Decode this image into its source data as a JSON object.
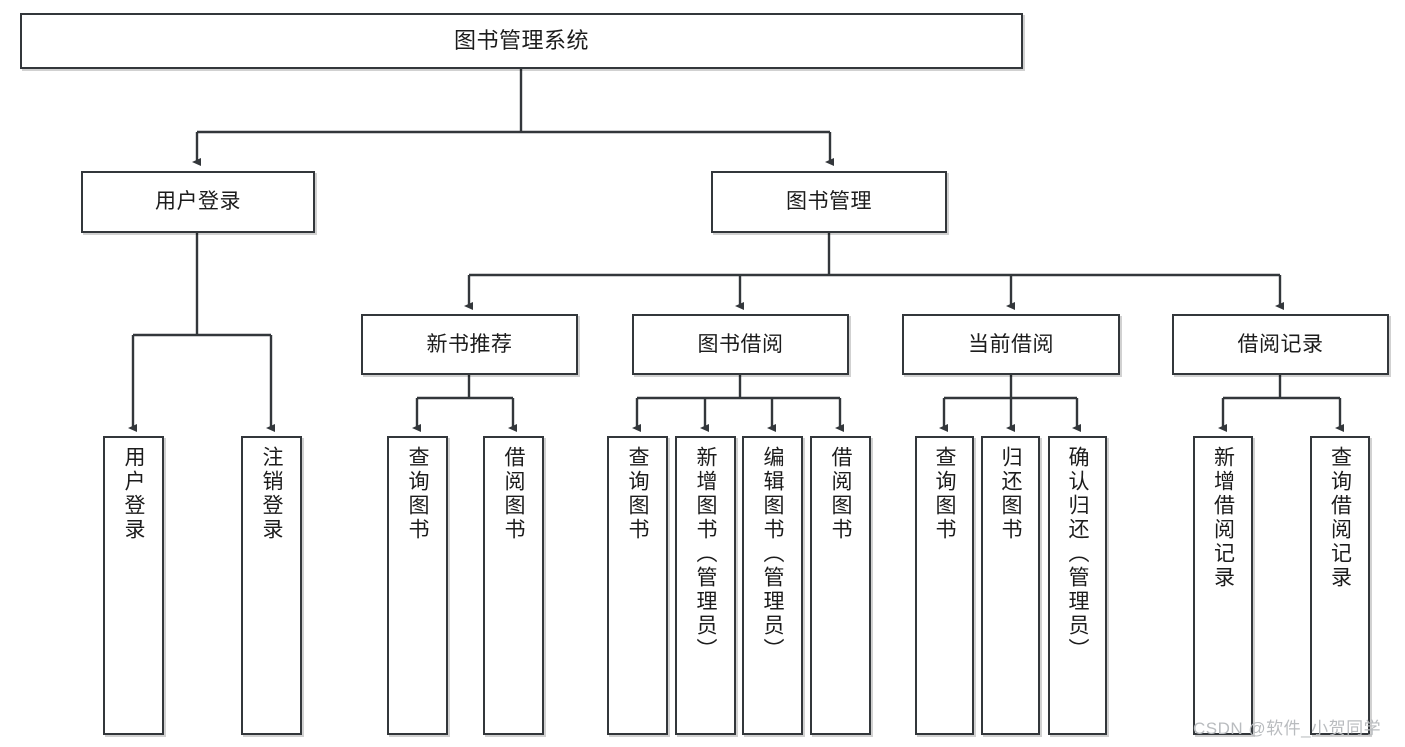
{
  "diagram": {
    "title": "图书管理系统",
    "type": "hierarchy-tree",
    "colors": {
      "box_border": "#33373b",
      "box_fill": "#ffffff",
      "line": "#33373b",
      "text": "#1c1c1c",
      "watermark": "#b9bcbf",
      "background": "#ffffff"
    },
    "nodes": {
      "root": {
        "label": "图书管理系统",
        "level": 0
      },
      "l1": [
        {
          "id": "user-login",
          "label": "用户登录"
        },
        {
          "id": "book-manage",
          "label": "图书管理"
        }
      ],
      "l2": [
        {
          "id": "new-book-rec",
          "label": "新书推荐",
          "parent": "book-manage"
        },
        {
          "id": "book-borrow",
          "label": "图书借阅",
          "parent": "book-manage"
        },
        {
          "id": "current-borrow",
          "label": "当前借阅",
          "parent": "book-manage"
        },
        {
          "id": "borrow-record",
          "label": "借阅记录",
          "parent": "book-manage"
        }
      ],
      "leaves": [
        {
          "id": "leaf-user-login",
          "label": "用户登录",
          "parent": "user-login"
        },
        {
          "id": "leaf-user-logout",
          "label": "注销登录",
          "parent": "user-login"
        },
        {
          "id": "leaf-query-book-1",
          "label": "查询图书",
          "parent": "new-book-rec"
        },
        {
          "id": "leaf-borrow-book-1",
          "label": "借阅图书",
          "parent": "new-book-rec"
        },
        {
          "id": "leaf-query-book-2",
          "label": "查询图书",
          "parent": "book-borrow"
        },
        {
          "id": "leaf-add-book",
          "label": "新增图书（管理员）",
          "parent": "book-borrow"
        },
        {
          "id": "leaf-edit-book",
          "label": "编辑图书（管理员）",
          "parent": "book-borrow"
        },
        {
          "id": "leaf-borrow-book-2",
          "label": "借阅图书",
          "parent": "book-borrow"
        },
        {
          "id": "leaf-query-book-3",
          "label": "查询图书",
          "parent": "current-borrow"
        },
        {
          "id": "leaf-return-book",
          "label": "归还图书",
          "parent": "current-borrow"
        },
        {
          "id": "leaf-confirm-return",
          "label": "确认归还（管理员）",
          "parent": "current-borrow"
        },
        {
          "id": "leaf-add-record",
          "label": "新增借阅记录",
          "parent": "borrow-record"
        },
        {
          "id": "leaf-query-record",
          "label": "查询借阅记录",
          "parent": "borrow-record"
        }
      ]
    },
    "watermark": "CSDN @软件_小贺同学"
  }
}
